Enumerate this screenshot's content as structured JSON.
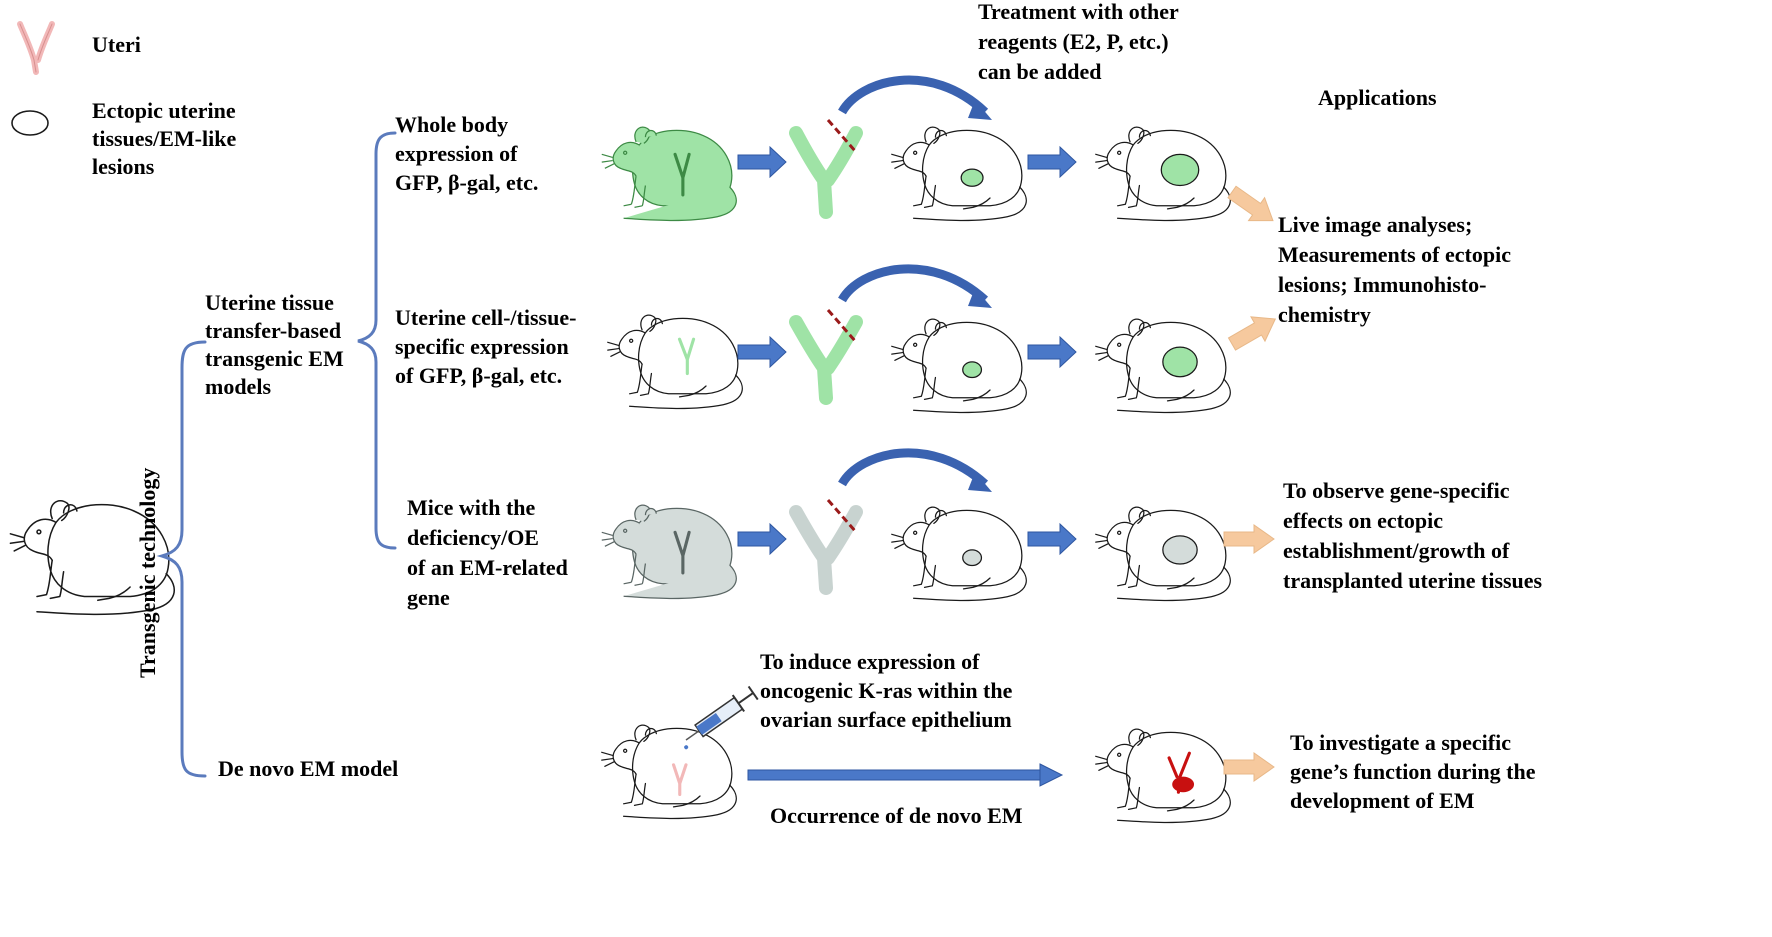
{
  "colors": {
    "bracket": "#5b7bbd",
    "flow_arrow": "#4a78c8",
    "curved_arrow": "#3a62b0",
    "output_arrow": "#f6c99e",
    "gfp_green": "#9fe3a6",
    "gfp_green_dark": "#5fbe68",
    "gray_tissue": "#c8d3d0",
    "cut_mark": "#9a1a1a",
    "uterus_pink": "#f2b8b8",
    "lesion_red": "#c81010"
  },
  "icons": {
    "uterus": "uterus-icon",
    "lesion": "lesion-oval-icon",
    "mouse": "mouse-icon",
    "syringe": "syringe-icon"
  },
  "legend": {
    "uteri": "Uteri",
    "ectopic": [
      "Ectopic uterine",
      "tissues/EM-like",
      "lesions"
    ]
  },
  "root": {
    "label": "Transgenic technology"
  },
  "branches": {
    "transfer": [
      "Uterine tissue",
      "transfer-based",
      "transgenic EM",
      "models"
    ],
    "denovo": "De novo EM model"
  },
  "rows": [
    {
      "id": "whole-body",
      "label": [
        "Whole body",
        "expression of",
        "GFP, β-gal, etc."
      ]
    },
    {
      "id": "uterine-specific",
      "label": [
        "Uterine  cell-/tissue-",
        "specific expression",
        "of GFP, β-gal, etc."
      ]
    },
    {
      "id": "deficiency",
      "label": [
        "Mice with the",
        "deficiency/OE",
        "of an EM-related",
        "gene"
      ]
    }
  ],
  "treatment_note": [
    "Treatment with other",
    "reagents (E2, P, etc.)",
    "can be added"
  ],
  "applications": {
    "title": "Applications",
    "live": [
      "Live image analyses;",
      "Measurements of ectopic",
      "lesions; Immunohisto-",
      "chemistry"
    ],
    "gene_effects": [
      "To observe gene-specific",
      "effects on ectopic",
      "establishment/growth of",
      "transplanted uterine tissues"
    ],
    "denovo": [
      "To investigate a specific",
      "gene’s function during the",
      "development of EM"
    ]
  },
  "denovo_flow": {
    "induce": [
      "To induce expression of",
      "oncogenic K-ras within the",
      "ovarian surface  epithelium"
    ],
    "occurrence": "Occurrence of de novo EM"
  }
}
